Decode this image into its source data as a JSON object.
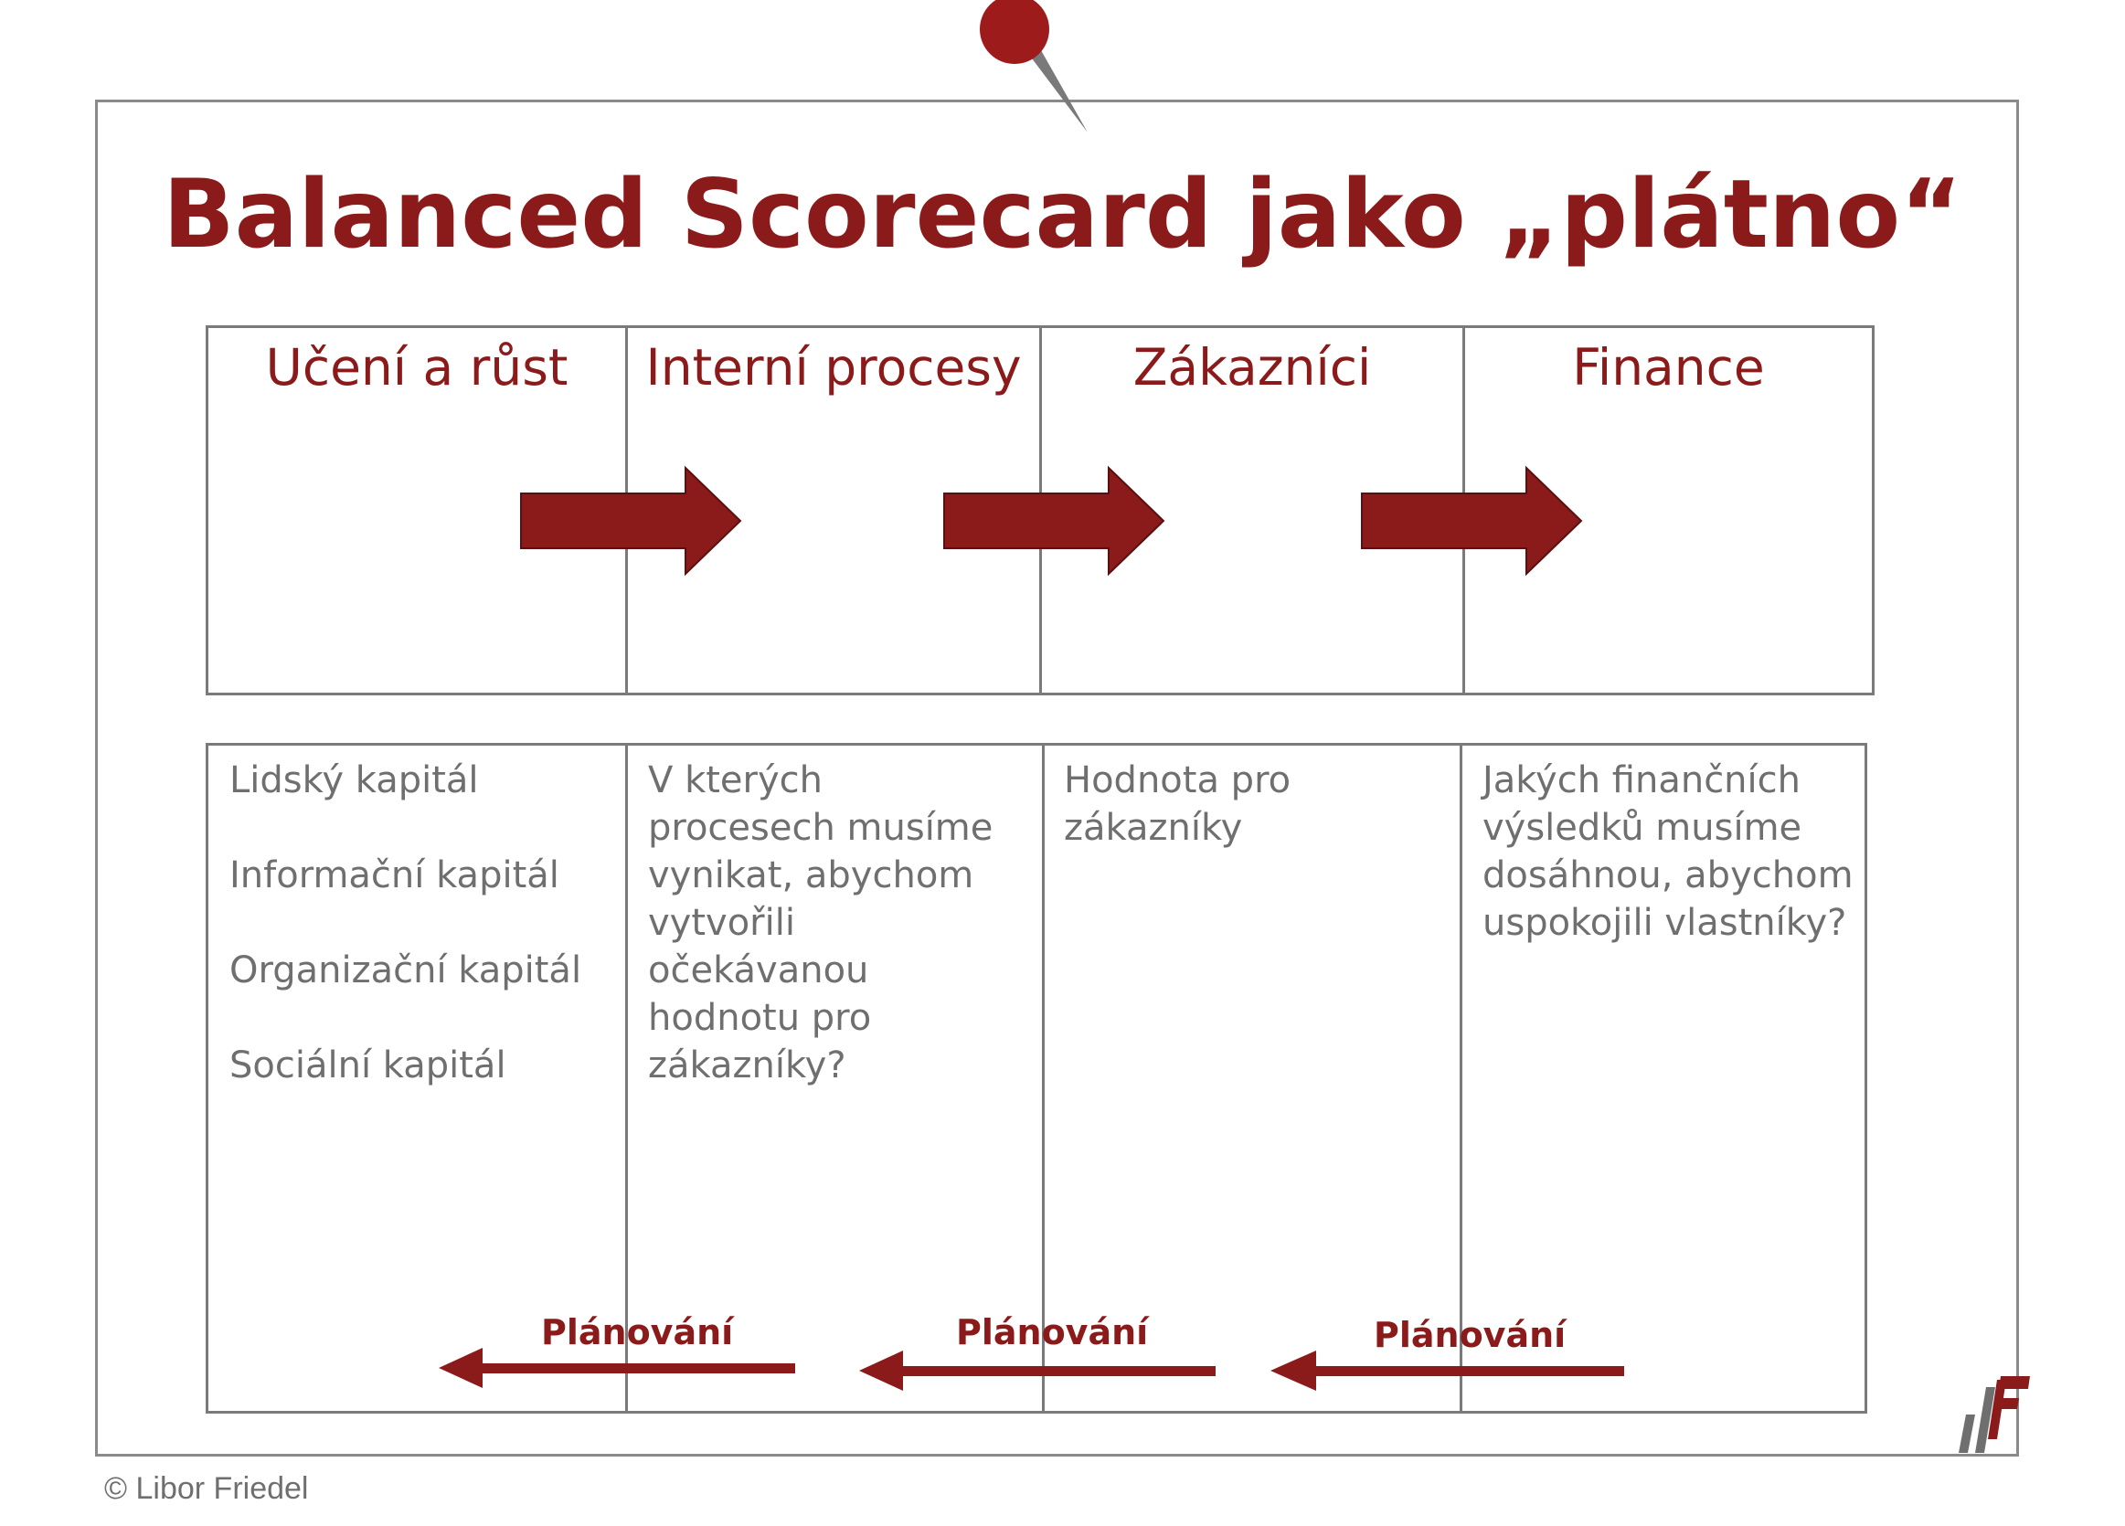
{
  "title": "Balanced Scorecard jako „plátno“",
  "perspectives": [
    {
      "heading": "Učení a růst"
    },
    {
      "heading": "Interní procesy"
    },
    {
      "heading": "Zákazníci"
    },
    {
      "heading": "Finance"
    }
  ],
  "learning_items": [
    "Lidský kapitál",
    "Informační kapitál",
    "Organizační kapitál",
    "Sociální kapitál"
  ],
  "process_question_lines": [
    "V kterých",
    "procesech musíme",
    "vynikat, abychom",
    "vytvořili",
    "očekávanou",
    "hodnotu pro",
    "zákazníky?"
  ],
  "customer_lines": [
    "Hodnota pro",
    "zákazníky"
  ],
  "finance_question_lines": [
    "Jakých finančních",
    "výsledků musíme",
    "dosáhnou, abychom",
    "uspokojili vlastníky?"
  ],
  "planning_labels": [
    "Plánování",
    "Plánování",
    "Plánování"
  ],
  "credit": "© Libor Friedel",
  "colors": {
    "accent": "#8b1a1a",
    "border": "#7a7a7a",
    "text_gray": "#6f6f6f"
  },
  "icons": {
    "pin": "push-pin-icon",
    "logo": "author-logo-icon"
  }
}
